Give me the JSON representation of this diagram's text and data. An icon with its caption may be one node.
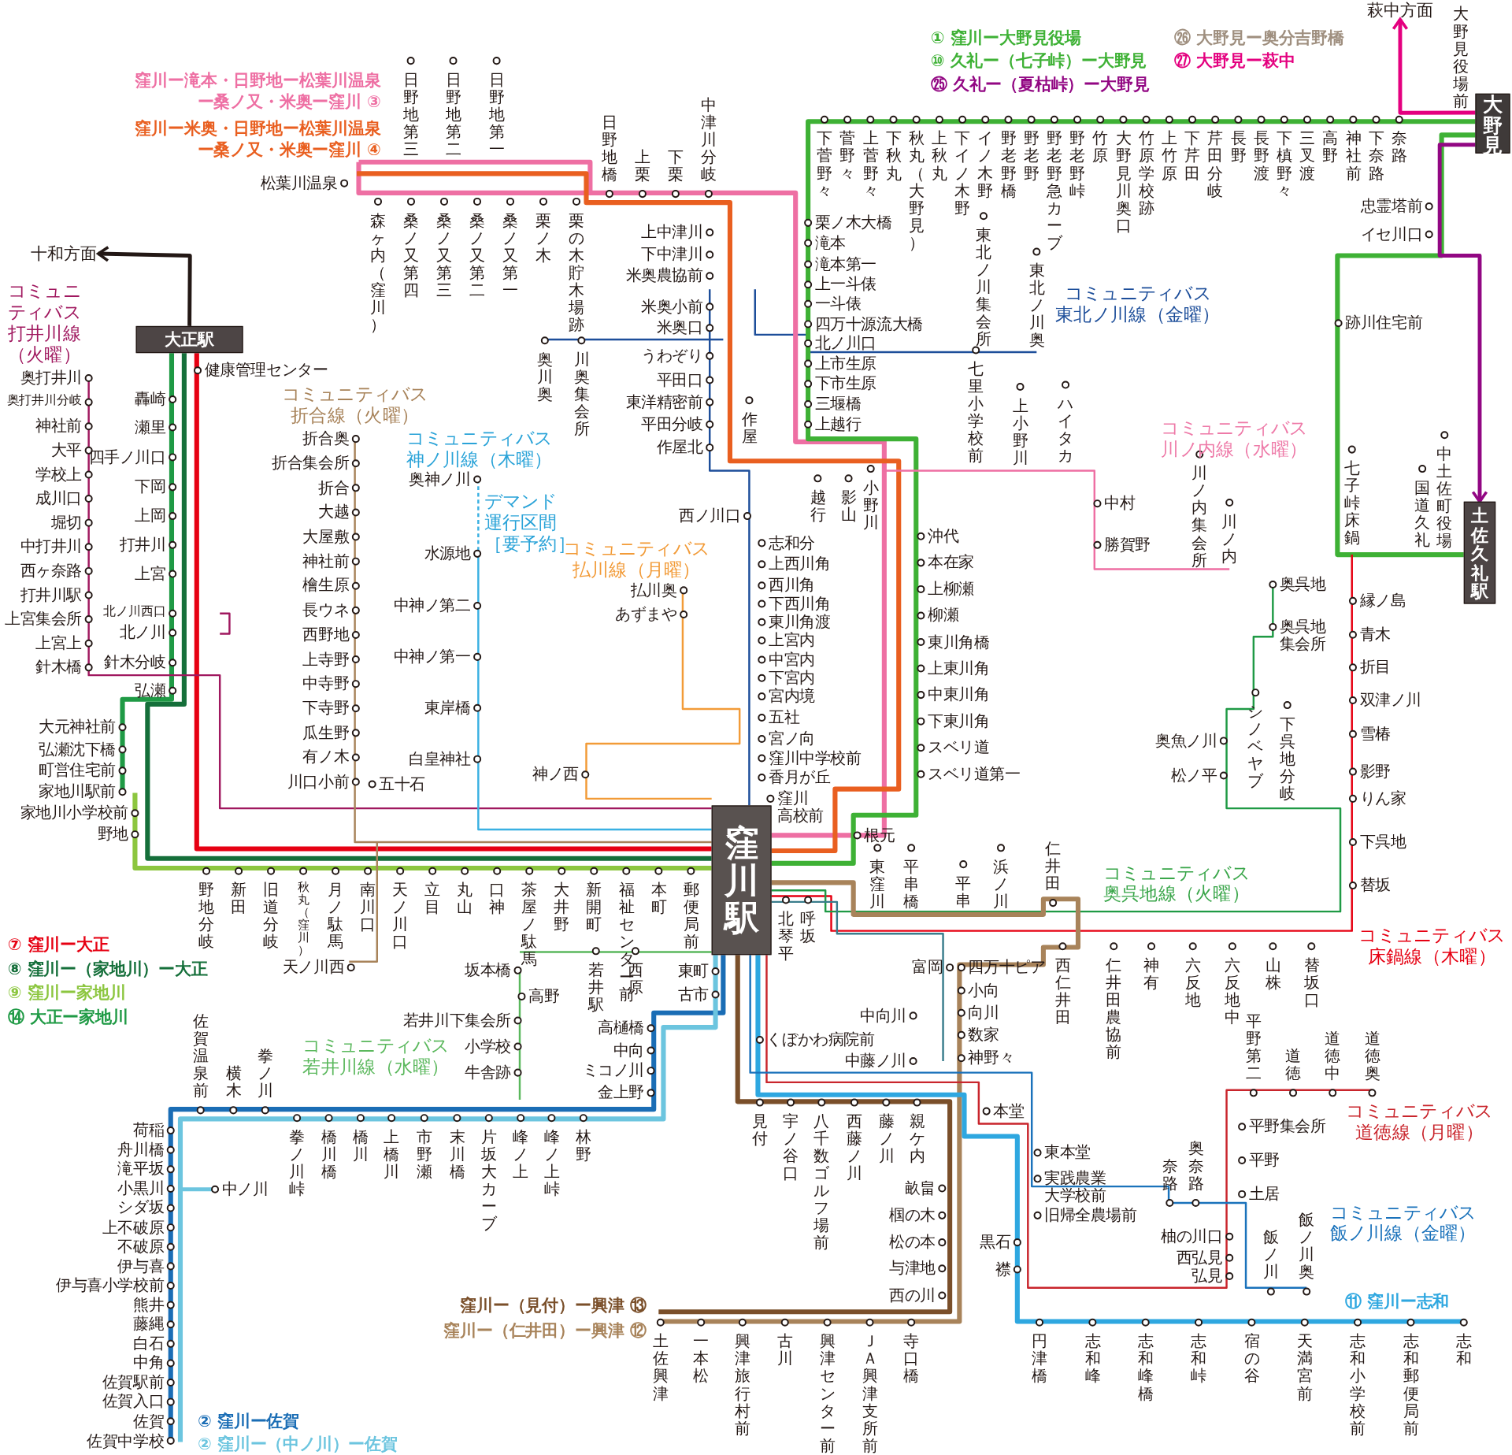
{
  "diagram": {
    "nodes": [
      {
        "text": [
          "大正駅"
        ]
      },
      {
        "text": [
          "窪川駅"
        ]
      },
      {
        "text": [
          "大野見"
        ]
      },
      {
        "text": [
          "土佐久礼駅"
        ]
      },
      {
        "text": [
          "十和方面"
        ]
      },
      {
        "text": [
          "萩中方面"
        ]
      }
    ],
    "edges": [
      {
        "from": 0,
        "to": 4,
        "arrow": "to",
        "color": "#231815"
      },
      {
        "from": 2,
        "to": 5,
        "arrow": "to",
        "color": "#e4007f"
      },
      {
        "from": 2,
        "to": 3,
        "arrow": "to",
        "color": "#920783"
      }
    ],
    "labels": [
      "日野地第三",
      "日野地第二",
      "日野地第一",
      "日野地橋",
      "上栗",
      "下栗",
      "中津川分岐",
      "松葉川温泉",
      "森ヶ内（窪川）",
      "桑ノ又第四",
      "桑ノ又第三",
      "桑ノ又第二",
      "桑ノ又第一",
      "栗ノ木",
      "栗の木貯木場跡",
      "上中津川",
      "下中津川",
      "米奥農協前",
      "米奥小前",
      "米奥口",
      "うわぞり",
      "平田口",
      "東洋精密前",
      "平田分岐",
      "作屋北",
      "奥川奥",
      "川奥集会所",
      "作屋",
      "栗ノ木大橋",
      "滝本",
      "滝本第一",
      "上一斗俵",
      "一斗俵",
      "四万十源流大橋",
      "北ノ川口",
      "上市生原",
      "下市生原",
      "三堰橋",
      "上越行",
      "下菅野々",
      "菅野々",
      "上菅野々",
      "下秋丸",
      "秋丸（大野見）",
      "上秋丸",
      "下イノ木野",
      "イノ木野",
      "野老野橋",
      "野老野",
      "野老野急カーブ",
      "野老野峠",
      "竹原",
      "大野見川奥口",
      "竹原学校跡",
      "上竹原",
      "下芹田",
      "芹田分岐",
      "長野",
      "長野渡",
      "下槙野々",
      "三叉渡",
      "高野",
      "神社前",
      "下奈路",
      "奈路",
      "大野見役場前",
      "忠霊塔前",
      "イセ川口",
      "跡川住宅前",
      "コミュニティバス東北ノ川線（金曜）",
      "東北ノ川集会所",
      "東北ノ川奥",
      "七里小学校前",
      "上小野川",
      "ハイタカ",
      "コミュニティバス川ノ内線（水曜）",
      "中村",
      "勝賀野",
      "川ノ内集会所",
      "川ノ内",
      "七子峠床鍋",
      "国道久礼",
      "中土佐町役場",
      "奥呉地",
      "奥呉地集会所",
      "奥魚ノ川",
      "松ノ平",
      "シノベヤブ",
      "下呉地分岐",
      "縁ノ島",
      "青木",
      "折目",
      "双津ノ川",
      "雪椿",
      "影野",
      "りん家",
      "下呉地",
      "替坂",
      "コミュニティバス打井川線（火曜）",
      "奥打井川",
      "奥打井川分岐",
      "神社前",
      "大平",
      "学校上",
      "成川口",
      "堀切",
      "中打井川",
      "西ヶ奈路",
      "打井川駅",
      "上宮集会所",
      "上宮上",
      "針木橋",
      "健康管理センター",
      "轟崎",
      "瀬里",
      "四手ノ川口",
      "下岡",
      "上岡",
      "打井川",
      "上宮",
      "北ノ川西口",
      "北ノ川",
      "針木分岐",
      "弘瀬",
      "大元神社前",
      "弘瀬沈下橋",
      "町営住宅前",
      "家地川駅前",
      "家地川小学校前",
      "野地",
      "コミュニティバス折合線（火曜）",
      "折合奥",
      "折合集会所",
      "折合",
      "大越",
      "大屋敷",
      "神社前",
      "檜生原",
      "長ウネ",
      "西野地",
      "上寺野",
      "中寺野",
      "下寺野",
      "瓜生野",
      "有ノ木",
      "川口小前",
      "コミュニティバス神ノ川線（木曜）",
      "奥神ノ川",
      "水源地",
      "中神ノ第二",
      "中神ノ第一",
      "東岸橋",
      "白皇神社",
      "デマンド運行区間［要予約］",
      "コミュニティバス払川線（月曜）",
      "払川奥",
      "あずまや",
      "神ノ西",
      "西ノ川口",
      "志和分",
      "上西川角",
      "西川角",
      "下西川角",
      "東川角渡",
      "上宮内",
      "中宮内",
      "下宮内",
      "宮内境",
      "五社",
      "宮ノ向",
      "窪川中学校前",
      "香月が丘",
      "窪川高校前",
      "越行",
      "影山",
      "小野川",
      "沖代",
      "本在家",
      "上柳瀬",
      "柳瀬",
      "東川角橋",
      "上東川角",
      "中東川角",
      "下東川角",
      "スベリ道",
      "スベリ道第一",
      "根元",
      "野地分岐",
      "新田",
      "旧道分岐",
      "秋丸（窪川）",
      "月ノ駄馬",
      "南川口",
      "天ノ川口",
      "立目",
      "丸山",
      "口神",
      "茶屋ノ駄馬",
      "大井野",
      "新開町",
      "福祉センター前",
      "本町",
      "郵便局前",
      "天ノ川西",
      "五十石",
      "北琴平",
      "呼坂",
      "東窪川",
      "平串橋",
      "平串",
      "浜ノ川",
      "仁井田",
      "コミュニティバス奥呉地線（火曜）",
      "コミュニティバス床鍋線（木曜）",
      "西仁井田",
      "仁井田農協前",
      "神有",
      "六反地",
      "六反地中",
      "山株",
      "替坂口",
      "富岡",
      "四万十ピア",
      "小向",
      "向川",
      "数家",
      "神野々",
      "中向川",
      "くぼかわ病院前",
      "中藤ノ川",
      "本堂",
      "東本堂",
      "実践農業大学校前",
      "旧帰全農場前",
      "黒石",
      "襟",
      "見付",
      "宇ノ谷口",
      "八千数ゴルフ場前",
      "西藤ノ川",
      "藤ノ川",
      "親ケ内",
      "畝畠",
      "椢の木",
      "松の本",
      "与津地",
      "西の川",
      "土佐興津",
      "一本松",
      "興津旅行村前",
      "古川",
      "興津センター前",
      "ＪＡ興津支所前",
      "寺口橋",
      "円津橋",
      "志和峰",
      "志和峰橋",
      "志和峠",
      "宿の谷",
      "天満宮前",
      "志和小学校前",
      "志和郵便局前",
      "志和",
      "平野第二",
      "道徳",
      "道徳中",
      "道徳奥",
      "コミュニティバス道徳線（月曜）",
      "平野集会所",
      "平野",
      "土居",
      "奈路",
      "奥奈路",
      "柚の川口",
      "西弘見",
      "弘見",
      "飯ノ川",
      "飯ノ川奥",
      "コミュニティバス飯ノ川線（金曜）",
      "坂本橋",
      "高野",
      "若井川下集会所",
      "小学校",
      "牛舎跡",
      "コミュニティバス若井川線（水曜）",
      "若井駅",
      "西原",
      "東町",
      "古市",
      "高樋橋",
      "中向",
      "ミコノ川",
      "金上野",
      "佐賀温泉前",
      "横木",
      "拳ノ川",
      "拳ノ川峠",
      "橋川橋",
      "橋川",
      "上橋川",
      "市野瀬",
      "末川橋",
      "片坂大カーブ",
      "峰ノ上",
      "峰ノ上峠",
      "林野",
      "荷稲",
      "舟川橋",
      "滝平坂",
      "小黒川",
      "シダ坂",
      "上不破原",
      "不破原",
      "伊与喜",
      "伊与喜小学校前",
      "熊井",
      "藤縄",
      "白石",
      "中角",
      "佐賀駅前",
      "佐賀入口",
      "佐賀",
      "佐賀中学校",
      "中ノ川"
    ],
    "legend": [
      {
        "text": "窪川ー滝本・日野地ー松葉川温泉ー桑ノ又・米奥ー窪川 ③",
        "color": "#ee6fa3"
      },
      {
        "text": "窪川ー米奥・日野地ー松葉川温泉ー桑ノ又・米奥ー窪川 ④",
        "color": "#e95f20"
      },
      {
        "text": "① 窪川ー大野見役場",
        "color": "#3eb135"
      },
      {
        "text": "⑩ 久礼ー（七子峠）ー大野見",
        "color": "#3eb135"
      },
      {
        "text": "㉕ 久礼ー（夏枯峠）ー大野見",
        "color": "#920783"
      },
      {
        "text": "㉖ 大野見ー奥分吉野橋",
        "color": "#9f8f7f"
      },
      {
        "text": "㉗ 大野見ー萩中",
        "color": "#e4007f"
      },
      {
        "text": "⑦ 窪川ー大正",
        "color": "#e60012"
      },
      {
        "text": "⑧ 窪川ー（家地川）ー大正",
        "color": "#156f3a"
      },
      {
        "text": "⑨ 窪川ー家地川",
        "color": "#8cc63f"
      },
      {
        "text": "⑭ 大正ー家地川",
        "color": "#1f9a45"
      },
      {
        "text": "窪川ー（見付）ー興津 ⑬",
        "color": "#7a4f2a"
      },
      {
        "text": "窪川ー（仁井田）ー興津 ⑫",
        "color": "#a8835a"
      },
      {
        "text": "② 窪川ー佐賀",
        "color": "#1a6db5"
      },
      {
        "text": "② 窪川ー（中ノ川）ー佐賀",
        "color": "#6cc5df"
      },
      {
        "text": "⑪ 窪川ー志和",
        "color": "#2ea7e0"
      }
    ]
  }
}
